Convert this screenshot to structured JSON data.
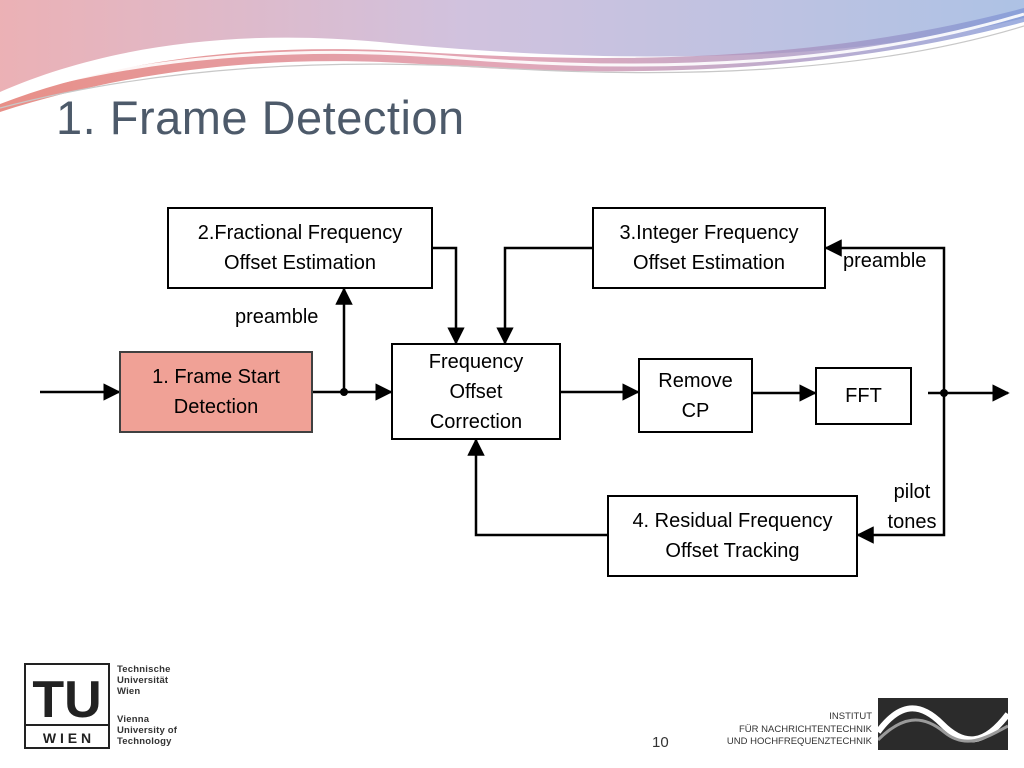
{
  "title": "1. Frame Detection",
  "blocks": {
    "frame_start": {
      "line1": "1. Frame Start",
      "line2": "Detection"
    },
    "fractional": {
      "line1": "2.Fractional Frequency",
      "line2": "Offset Estimation"
    },
    "integer": {
      "line1": "3.Integer Frequency",
      "line2": "Offset Estimation"
    },
    "correction": {
      "line1": "Frequency",
      "line2": "Offset",
      "line3": "Correction"
    },
    "remove_cp": {
      "line1": "Remove",
      "line2": "CP"
    },
    "fft": {
      "line1": "FFT"
    },
    "residual": {
      "line1": "4. Residual Frequency",
      "line2": "Offset Tracking"
    }
  },
  "labels": {
    "preamble_left": "preamble",
    "preamble_right": "preamble",
    "pilot_line1": "pilot",
    "pilot_line2": "tones"
  },
  "footer": {
    "logo_letters": "TU",
    "logo_wien": "W I E N",
    "uni_de_line1": "Technische",
    "uni_de_line2": "Universität",
    "uni_de_line3": "Wien",
    "uni_en_line1": "Vienna",
    "uni_en_line2": "University of",
    "uni_en_line3": "Technology",
    "page_number": "10",
    "institute_line1": "INSTITUT",
    "institute_line2": "FÜR NACHRICHTENTECHNIK",
    "institute_line3": "UND HOCHFREQUENZTECHNIK"
  },
  "colors": {
    "title": "#4d5a6a",
    "highlight_block": "#f0a196"
  }
}
